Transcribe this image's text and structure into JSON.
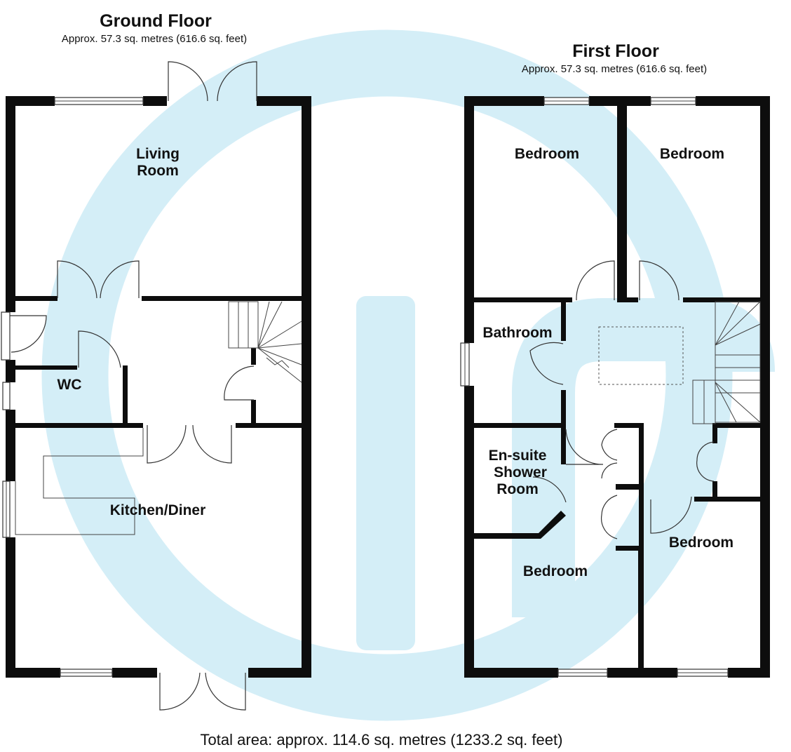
{
  "ground_floor": {
    "title": "Ground Floor",
    "area": "Approx. 57.3 sq. metres (616.6 sq. feet)",
    "rooms": {
      "living_room_line1": "Living",
      "living_room_line2": "Room",
      "wc": "WC",
      "kitchen_diner": "Kitchen/Diner"
    }
  },
  "first_floor": {
    "title": "First Floor",
    "area": "Approx. 57.3 sq. metres (616.6 sq. feet)",
    "rooms": {
      "bedroom_top_left": "Bedroom",
      "bedroom_top_right": "Bedroom",
      "bathroom": "Bathroom",
      "ensuite_line1": "En-suite",
      "ensuite_line2": "Shower",
      "ensuite_line3": "Room",
      "bedroom_bottom_center": "Bedroom",
      "bedroom_bottom_right": "Bedroom"
    }
  },
  "total_area": "Total area: approx. 114.6 sq. metres (1233.2 sq. feet)",
  "colors": {
    "wall": "#0d0d0d",
    "watermark": "#d4eef7"
  }
}
